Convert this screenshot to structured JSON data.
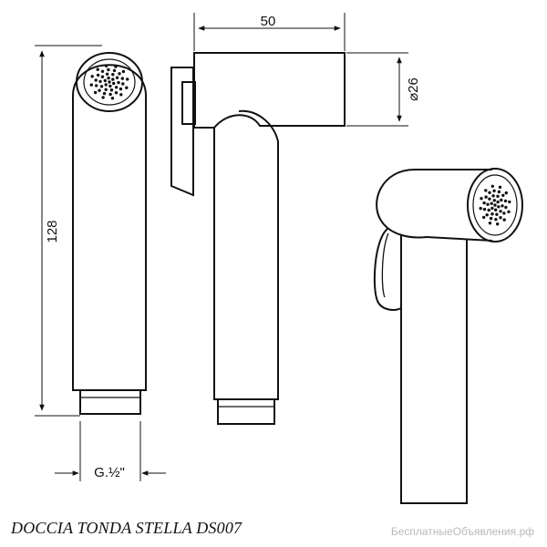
{
  "dimensions": {
    "width": "50",
    "height": "128",
    "diameter": "⌀26",
    "thread": "G.½\""
  },
  "caption": "DOCCIA TONDA STELLA DS007",
  "watermark": "БесплатныеОбъявления.рф",
  "colors": {
    "line": "#111111",
    "background": "#ffffff"
  }
}
